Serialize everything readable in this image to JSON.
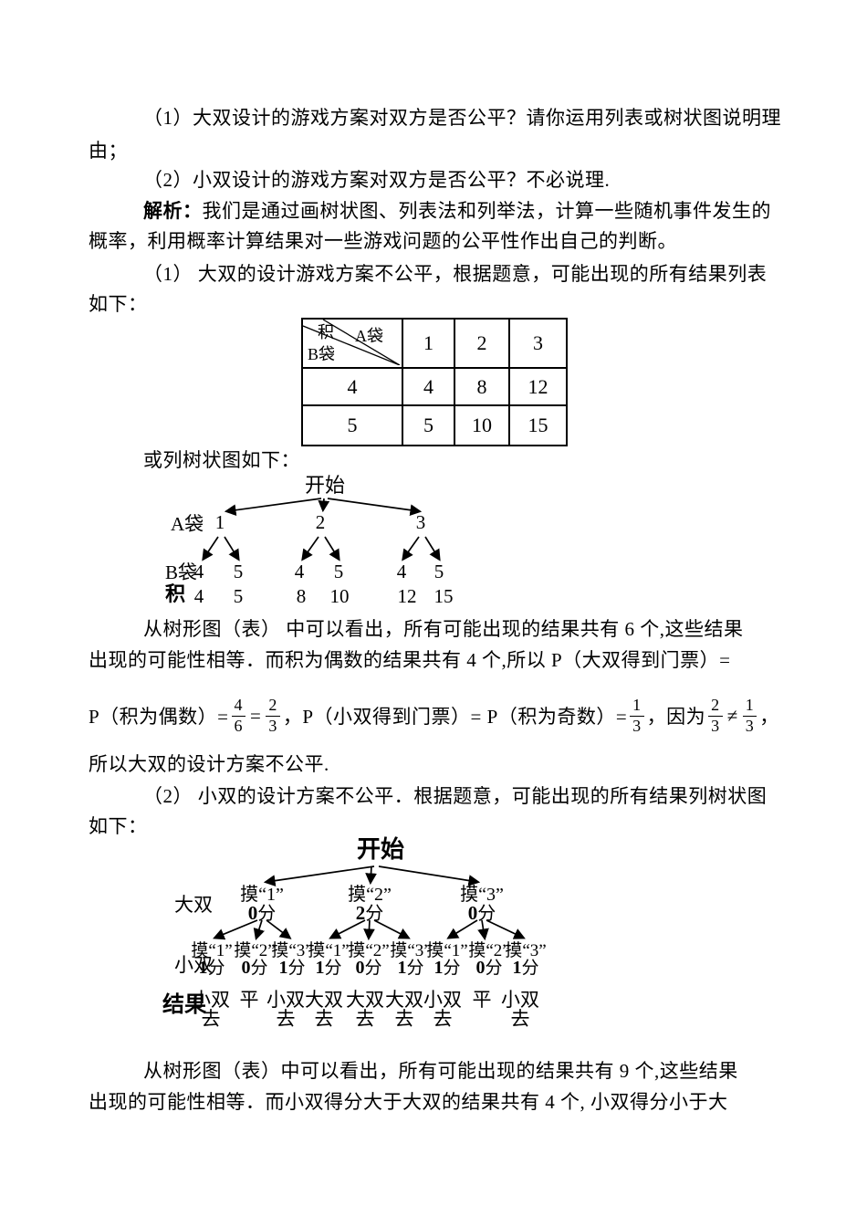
{
  "colors": {
    "text": "#000000",
    "background": "#ffffff"
  },
  "text": {
    "l1": "（1）大双设计的游戏方案对双方是否公平？请你运用列表或树状图说明理",
    "l2": "由；",
    "l3": "（2）小双设计的游戏方案对双方是否公平？不必说理.",
    "l4_bold": "解析：",
    "l4": "我们是通过画树状图、列表法和列举法，计算一些随机事件发生的",
    "l5": "概率，利用概率计算结果对一些游戏问题的公平性作出自己的判断。",
    "l6": "（1） 大双的设计游戏方案不公平，根据题意，可能出现的所有结果列表",
    "l7": "如下：",
    "l8": "或列树状图如下：",
    "l9": "从树形图（表） 中可以看出，所有可能出现的结果共有 6 个,这些结果",
    "l10": "出现的可能性相等．而积为偶数的结果共有 4 个,所以 P（大双得到门票）=",
    "l11": "所以大双的设计方案不公平.",
    "l12": "（2） 小双的设计方案不公平．根据题意，可能出现的所有结果列树状图",
    "l13": "如下：",
    "l14": "从树形图（表）中可以看出，所有可能出现的结果共有 9 个,这些结果",
    "l15": "出现的可能性相等．而小双得分大于大双的结果共有 4 个, 小双得分小于大"
  },
  "table": {
    "diag_top": "积",
    "diag_right": "A袋",
    "diag_bottom": "B袋",
    "cols": [
      "1",
      "2",
      "3"
    ],
    "rows": [
      {
        "label": "4",
        "cells": [
          "4",
          "8",
          "12"
        ]
      },
      {
        "label": "5",
        "cells": [
          "5",
          "10",
          "15"
        ]
      }
    ]
  },
  "tree1": {
    "root": "开始",
    "label_a": "A袋",
    "a_nodes": [
      "1",
      "2",
      "3"
    ],
    "label_b": "B袋",
    "b_values": [
      "4",
      "5",
      "4",
      "5",
      "4",
      "5"
    ],
    "label_prod": "积",
    "products": [
      "4",
      "5",
      "8",
      "10",
      "12",
      "15"
    ]
  },
  "tree2": {
    "root": "开始",
    "label_l1": "大双",
    "l1": [
      {
        "touch": "摸“1”",
        "num": "0",
        "unit": "分"
      },
      {
        "touch": "摸“2”",
        "num": "2",
        "unit": "分"
      },
      {
        "touch": "摸“3”",
        "num": "0",
        "unit": "分"
      }
    ],
    "label_l2": "小双",
    "l2": [
      {
        "touch": "摸“1”",
        "num": "1",
        "unit": "分"
      },
      {
        "touch": "摸“2”",
        "num": "0",
        "unit": "分"
      },
      {
        "touch": "摸“3”",
        "num": "1",
        "unit": "分"
      },
      {
        "touch": "摸“1”",
        "num": "1",
        "unit": "分"
      },
      {
        "touch": "摸“2”",
        "num": "0",
        "unit": "分"
      },
      {
        "touch": "摸“3”",
        "num": "1",
        "unit": "分"
      },
      {
        "touch": "摸“1”",
        "num": "1",
        "unit": "分"
      },
      {
        "touch": "摸“2”",
        "num": "0",
        "unit": "分"
      },
      {
        "touch": "摸“3”",
        "num": "1",
        "unit": "分"
      }
    ],
    "label_result": "结果",
    "results": [
      {
        "who": "小双",
        "go": "去"
      },
      {
        "who": "平",
        "go": ""
      },
      {
        "who": "小双",
        "go": "去"
      },
      {
        "who": "大双",
        "go": "去"
      },
      {
        "who": "大双",
        "go": "去"
      },
      {
        "who": "大双",
        "go": "去"
      },
      {
        "who": "小双",
        "go": "去"
      },
      {
        "who": "平",
        "go": ""
      },
      {
        "who": "小双",
        "go": "去"
      }
    ]
  },
  "formula": {
    "seg1": "P（积为偶数）=",
    "f1": {
      "n": "4",
      "d": "6"
    },
    "eq": "=",
    "f2": {
      "n": "2",
      "d": "3"
    },
    "seg2": "，P（小双得到门票）= P（积为奇数）=",
    "f3": {
      "n": "1",
      "d": "3"
    },
    "seg3": "，因为",
    "f4": {
      "n": "2",
      "d": "3"
    },
    "neq": "≠",
    "f5": {
      "n": "1",
      "d": "3"
    },
    "seg4": "，"
  }
}
